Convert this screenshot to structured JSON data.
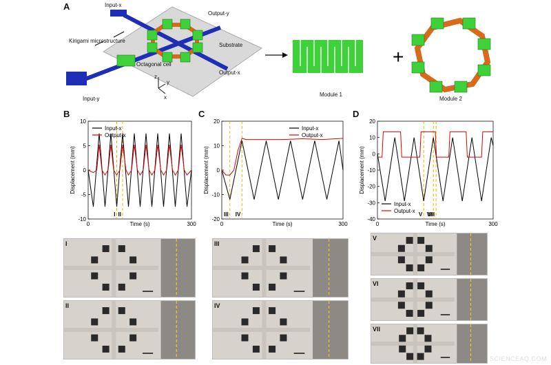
{
  "panel_a": {
    "letter": "A",
    "labels": {
      "input_x": "Input-x",
      "output_y": "Output-y",
      "kirigami": "Kirigami microstructure",
      "substrate": "Substrate",
      "octagonal": "Octagonal cell",
      "output_x": "Output-x",
      "input_y": "Input-y",
      "axis_x": "x",
      "axis_y": "y",
      "axis_z": "z",
      "module1": "Module 1",
      "module2": "Module 2",
      "plus": "+"
    },
    "colors": {
      "blue": "#1f2fb5",
      "green": "#3fd13a",
      "orange": "#d86a1c",
      "substrate": "#d9d9d9"
    }
  },
  "panel_b": {
    "letter": "B"
  },
  "panel_c": {
    "letter": "C"
  },
  "panel_d": {
    "letter": "D"
  },
  "chart_data": [
    {
      "type": "line",
      "panel": "B",
      "xlabel": "Time (s)",
      "ylabel": "Displacement (mm)",
      "xlim": [
        0,
        300
      ],
      "ylim": [
        -10,
        10
      ],
      "xticks": [
        0,
        300
      ],
      "yticks": [
        -10,
        -5,
        0,
        5,
        10
      ],
      "legend": "top-left",
      "series": [
        {
          "name": "Input-x",
          "color": "#000000",
          "x": [
            0,
            15,
            32,
            49,
            66,
            83,
            100,
            117,
            134,
            151,
            168,
            185,
            202,
            219,
            236,
            253,
            270,
            287,
            300
          ],
          "y": [
            0,
            -7.5,
            7.5,
            -7.5,
            7.5,
            -7.5,
            7.5,
            -7.5,
            7.5,
            -7.5,
            7.5,
            -7.5,
            7.5,
            -7.5,
            7.5,
            -7.5,
            7.5,
            -7.5,
            0
          ]
        },
        {
          "name": "Output-x",
          "color": "#e00000",
          "x": [
            0,
            15,
            25,
            32,
            40,
            49,
            58,
            66,
            74,
            83,
            92,
            100,
            110,
            117,
            126,
            134,
            143,
            151,
            160,
            168,
            177,
            185,
            194,
            202,
            211,
            219,
            228,
            236,
            245,
            253,
            262,
            270,
            279,
            287,
            300
          ],
          "y": [
            0,
            -0.5,
            0,
            5.2,
            0,
            -1,
            0,
            5.2,
            0,
            -1,
            0,
            5.2,
            0,
            -1,
            0,
            5.2,
            0,
            -1,
            0,
            5.2,
            0,
            -1,
            0,
            5.2,
            0,
            -1,
            0,
            5.2,
            0,
            -1,
            0,
            5.2,
            0,
            -1,
            0
          ]
        }
      ],
      "annotations": [
        {
          "label": "I",
          "x": 83
        },
        {
          "label": "II",
          "x": 100
        }
      ]
    },
    {
      "type": "line",
      "panel": "C",
      "xlabel": "Time (s)",
      "ylabel": "Displacement (mm)",
      "xlim": [
        0,
        300
      ],
      "ylim": [
        -20,
        20
      ],
      "xticks": [
        0,
        300
      ],
      "yticks": [
        -20,
        -10,
        0,
        10,
        20
      ],
      "legend": "top-right",
      "series": [
        {
          "name": "Input-x",
          "color": "#000000",
          "x": [
            0,
            20,
            50,
            80,
            110,
            140,
            170,
            200,
            230,
            260,
            290,
            300
          ],
          "y": [
            0,
            -12,
            12,
            -12,
            12,
            -12,
            12,
            -12,
            12,
            -12,
            12,
            0
          ]
        },
        {
          "name": "Output-x",
          "color": "#e00000",
          "x": [
            0,
            10,
            20,
            30,
            40,
            50,
            60,
            100,
            150,
            200,
            250,
            300
          ],
          "y": [
            0,
            -2,
            -2,
            0,
            8,
            13,
            12.5,
            12.5,
            12.5,
            12.8,
            12.5,
            13
          ]
        }
      ],
      "annotations": [
        {
          "label": "III",
          "x": 20
        },
        {
          "label": "IV",
          "x": 50
        }
      ]
    },
    {
      "type": "line",
      "panel": "D",
      "xlabel": "Time (s)",
      "ylabel": "Displacement (mm)",
      "xlim": [
        0,
        300
      ],
      "ylim": [
        -40,
        20
      ],
      "xticks": [
        0,
        300
      ],
      "yticks": [
        -40,
        -30,
        -20,
        -10,
        0,
        10,
        20
      ],
      "legend": "bottom-left",
      "series": [
        {
          "name": "Input-x",
          "color": "#000000",
          "x": [
            0,
            20,
            45,
            70,
            95,
            120,
            145,
            170,
            195,
            220,
            245,
            270,
            295,
            300
          ],
          "y": [
            0,
            -29,
            10,
            -29,
            10,
            -29,
            10,
            -29,
            10,
            -29,
            10,
            -29,
            10,
            5
          ]
        },
        {
          "name": "Output-x",
          "color": "#e00000",
          "x": [
            0,
            12,
            15,
            60,
            63,
            100,
            110,
            113,
            150,
            153,
            185,
            188,
            230,
            233,
            270,
            273,
            300
          ],
          "y": [
            -2,
            -2,
            13.5,
            13.5,
            -2,
            -2,
            -2,
            13.5,
            13.5,
            -2,
            -2,
            13.5,
            13.5,
            -2,
            -2,
            13.5,
            13.5
          ]
        }
      ],
      "annotations": [
        {
          "label": "V",
          "x": 120
        },
        {
          "label": "VI",
          "x": 145
        },
        {
          "label": "VII",
          "x": 152
        }
      ]
    }
  ],
  "photos": [
    {
      "label": "I"
    },
    {
      "label": "II"
    },
    {
      "label": "III"
    },
    {
      "label": "IV"
    },
    {
      "label": "V"
    },
    {
      "label": "VI"
    },
    {
      "label": "VII"
    }
  ],
  "watermark": "SCIENCEAQ.COM"
}
